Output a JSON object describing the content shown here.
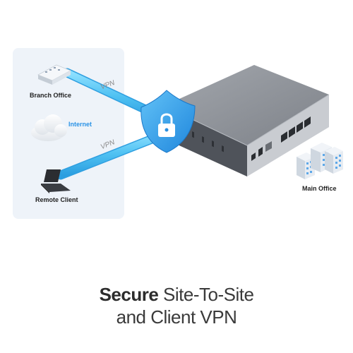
{
  "labels": {
    "branch_office": "Branch Office",
    "internet": "Internet",
    "remote_client": "Remote Client",
    "main_office": "Main Office",
    "vpn_top": "VPN",
    "vpn_bottom": "VPN"
  },
  "headline": {
    "bold": "Secure",
    "line1_rest": " Site-To-Site",
    "line2": "and Client VPN"
  },
  "colors": {
    "panel": "#eef3f9",
    "tunnel": "#54c3f2",
    "shield": "#3aa6ef",
    "internet_text": "#2b93e6",
    "device": "#8e9299"
  }
}
